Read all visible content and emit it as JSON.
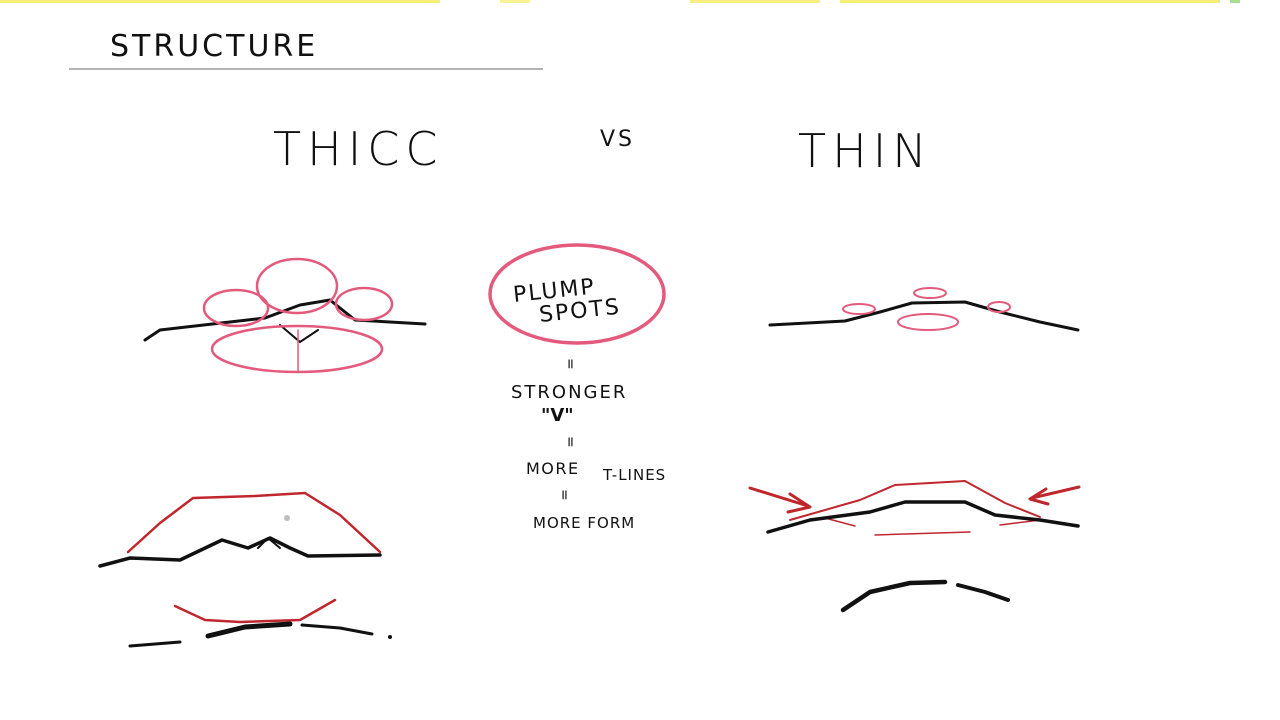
{
  "heading": "STRUCTURE",
  "columns": {
    "left_title": "THICC",
    "versus": "VS",
    "right_title": "THIN"
  },
  "notes": {
    "bubble_line1": "PLUMP",
    "bubble_line2": "SPOTS",
    "equals_1": "=",
    "stronger": "STRONGER",
    "v_mark": "\"V\"",
    "equals_2": "=",
    "more": "MORE",
    "t_lines": "T-LINES",
    "equals_3": "=",
    "more_form": "MORE FORM"
  },
  "colors": {
    "ink": "#111111",
    "red": "#c0262d",
    "pink": "#e35a7c",
    "top_strip": "#f2e94a"
  }
}
